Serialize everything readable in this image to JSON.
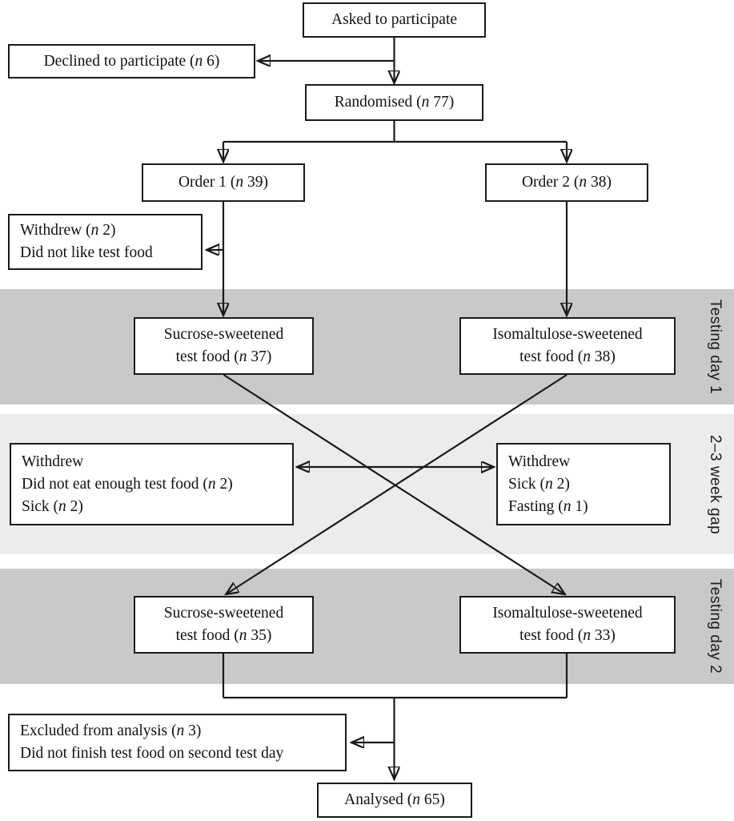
{
  "boxes": {
    "asked": {
      "lines": [
        "Asked to participate"
      ]
    },
    "declined": {
      "lines": [
        "Declined to participate (n 6)"
      ]
    },
    "randomised": {
      "lines": [
        "Randomised (n 77)"
      ]
    },
    "order1": {
      "lines": [
        "Order 1 (n 39)"
      ]
    },
    "order2": {
      "lines": [
        "Order 2 (n 38)"
      ]
    },
    "withdrew_order1": {
      "lines": [
        "Withdrew (n 2)",
        "Did not like test food"
      ]
    },
    "sucrose_day1": {
      "lines": [
        "Sucrose-sweetened",
        "test food (n 37)"
      ]
    },
    "isomaltulose_day1": {
      "lines": [
        "Isomaltulose-sweetened",
        "test food (n 38)"
      ]
    },
    "withdrew_gap_left": {
      "lines": [
        "Withdrew",
        "Did not eat enough test food (n 2)",
        "Sick (n 2)"
      ]
    },
    "withdrew_gap_right": {
      "lines": [
        "Withdrew",
        "Sick (n 2)",
        "Fasting (n 1)"
      ]
    },
    "sucrose_day2": {
      "lines": [
        "Sucrose-sweetened",
        "test food (n 35)"
      ]
    },
    "isomaltulose_day2": {
      "lines": [
        "Isomaltulose-sweetened",
        "test food (n 33)"
      ]
    },
    "excluded": {
      "lines": [
        "Excluded from analysis (n 3)",
        "Did not finish test food on second test day"
      ]
    },
    "analysed": {
      "lines": [
        "Analysed (n 65)"
      ]
    }
  },
  "bands": {
    "testing_day_1": {
      "label": "Testing day 1",
      "color": "#c9c9c9"
    },
    "week_gap": {
      "label": "2–3 week gap",
      "color": "#ececec"
    },
    "testing_day_2": {
      "label": "Testing day 2",
      "color": "#c9c9c9"
    }
  },
  "colors": {
    "line": "#1a1a1a",
    "box_background": "#ffffff",
    "page_background": "#ffffff"
  }
}
